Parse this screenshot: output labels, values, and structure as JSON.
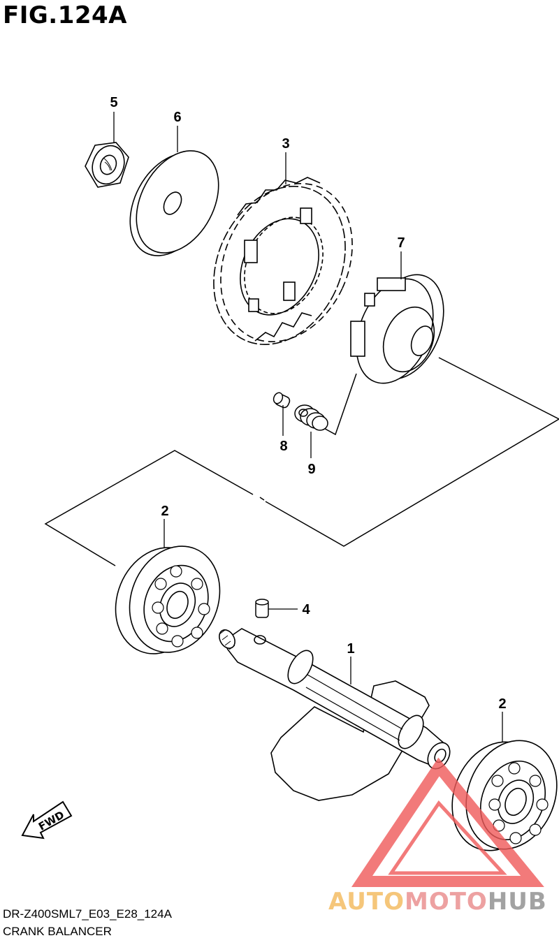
{
  "figure": {
    "title": "FIG.124A",
    "code": "DR-Z400SML7_E03_E28_124A",
    "name": "CRANK BALANCER"
  },
  "callouts": [
    "5",
    "6",
    "3",
    "7",
    "8",
    "9",
    "2",
    "4",
    "1",
    "2"
  ],
  "fwd_label": "FWD",
  "watermark": {
    "part1": "AUTO",
    "part2": "MOTO",
    "part3": "HUB",
    "colors": {
      "auto": "#f3b85a",
      "moto": "#e98a8a",
      "hub": "#8c8c8c",
      "triangle": "#ef5a5a"
    }
  }
}
